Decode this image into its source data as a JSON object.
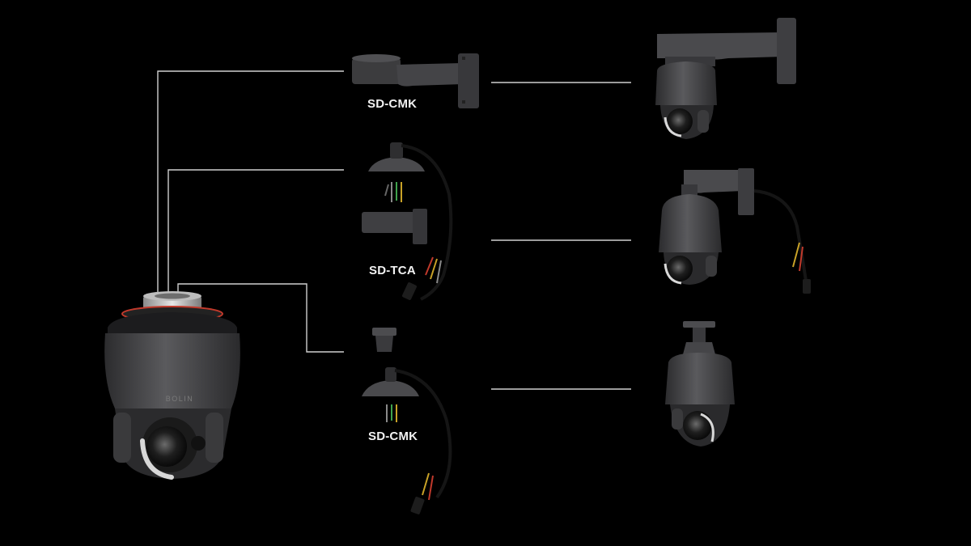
{
  "mount_options": [
    {
      "label": "SD-CMK"
    },
    {
      "label": "SD-TCA"
    },
    {
      "label": "SD-CMK"
    }
  ],
  "camera": {
    "brand_mark": "BOLIN"
  },
  "colors": {
    "background": "#000000",
    "connector_line": "#cfcfcf",
    "housing": "#4a4a4c",
    "housing_dark": "#2e2e30",
    "label_text": "#f2f2f2",
    "accent_ring": "#c0392b"
  }
}
